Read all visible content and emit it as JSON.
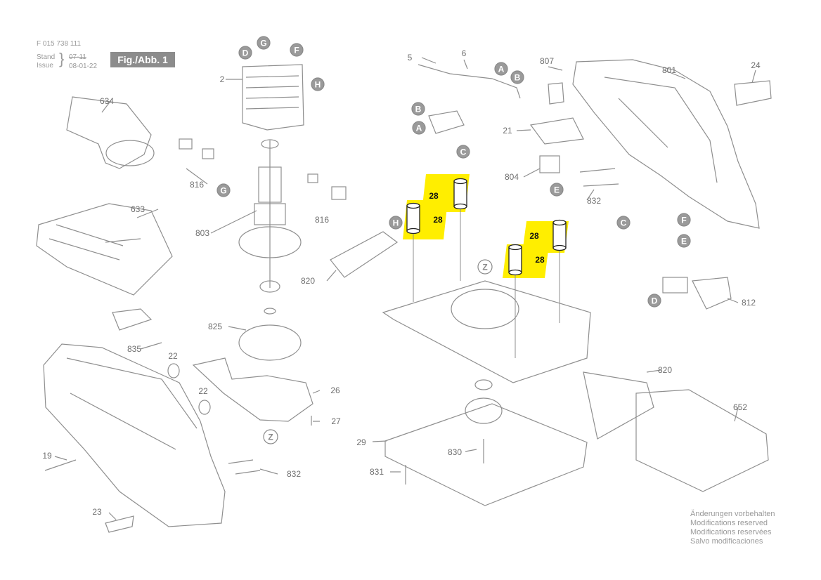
{
  "header": {
    "doc_number": "F 015 738 111",
    "stand_label": "Stand",
    "issue_label": "Issue",
    "old_date": "07-11",
    "new_date": "08-01-22",
    "figure_label": "Fig./Abb. 1"
  },
  "notes": [
    "Änderungen vorbehalten",
    "Modifications reserved",
    "Modifications reservées",
    "Salvo modificaciones"
  ],
  "part_labels": [
    "2",
    "5",
    "6",
    "807",
    "801",
    "24",
    "634",
    "816",
    "633",
    "803",
    "820",
    "832",
    "21",
    "804",
    "812",
    "835",
    "825",
    "22",
    "26",
    "27",
    "19",
    "23",
    "29",
    "830",
    "831",
    "652"
  ],
  "letter_markers": [
    "D",
    "G",
    "F",
    "H",
    "A",
    "B",
    "C",
    "E",
    "Z"
  ],
  "highlight_label": "28",
  "highlight_color": "#ffee00",
  "line_color": "#8f8f8f"
}
